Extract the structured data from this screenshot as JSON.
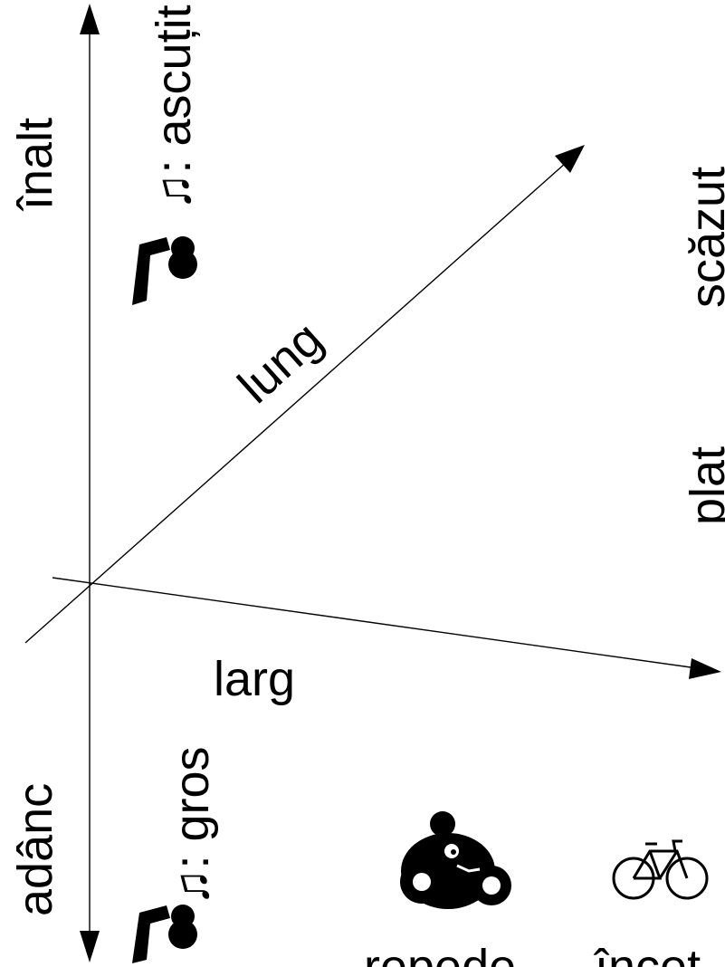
{
  "vertical_axis": {
    "top": "înalt",
    "bottom": "adânc"
  },
  "diagonal_axis": {
    "label": "lung"
  },
  "horizontal_axis": {
    "label": "larg"
  },
  "notes": {
    "high": "♫: ascuțit",
    "low": "♫: gros"
  },
  "clipped_right": {
    "top": "scăzut",
    "middle": "plat"
  },
  "speed": {
    "fast": "repede",
    "slow": "încet"
  },
  "icons": [
    "music-note-icon",
    "motorcycle-icon",
    "bicycle-icon"
  ]
}
